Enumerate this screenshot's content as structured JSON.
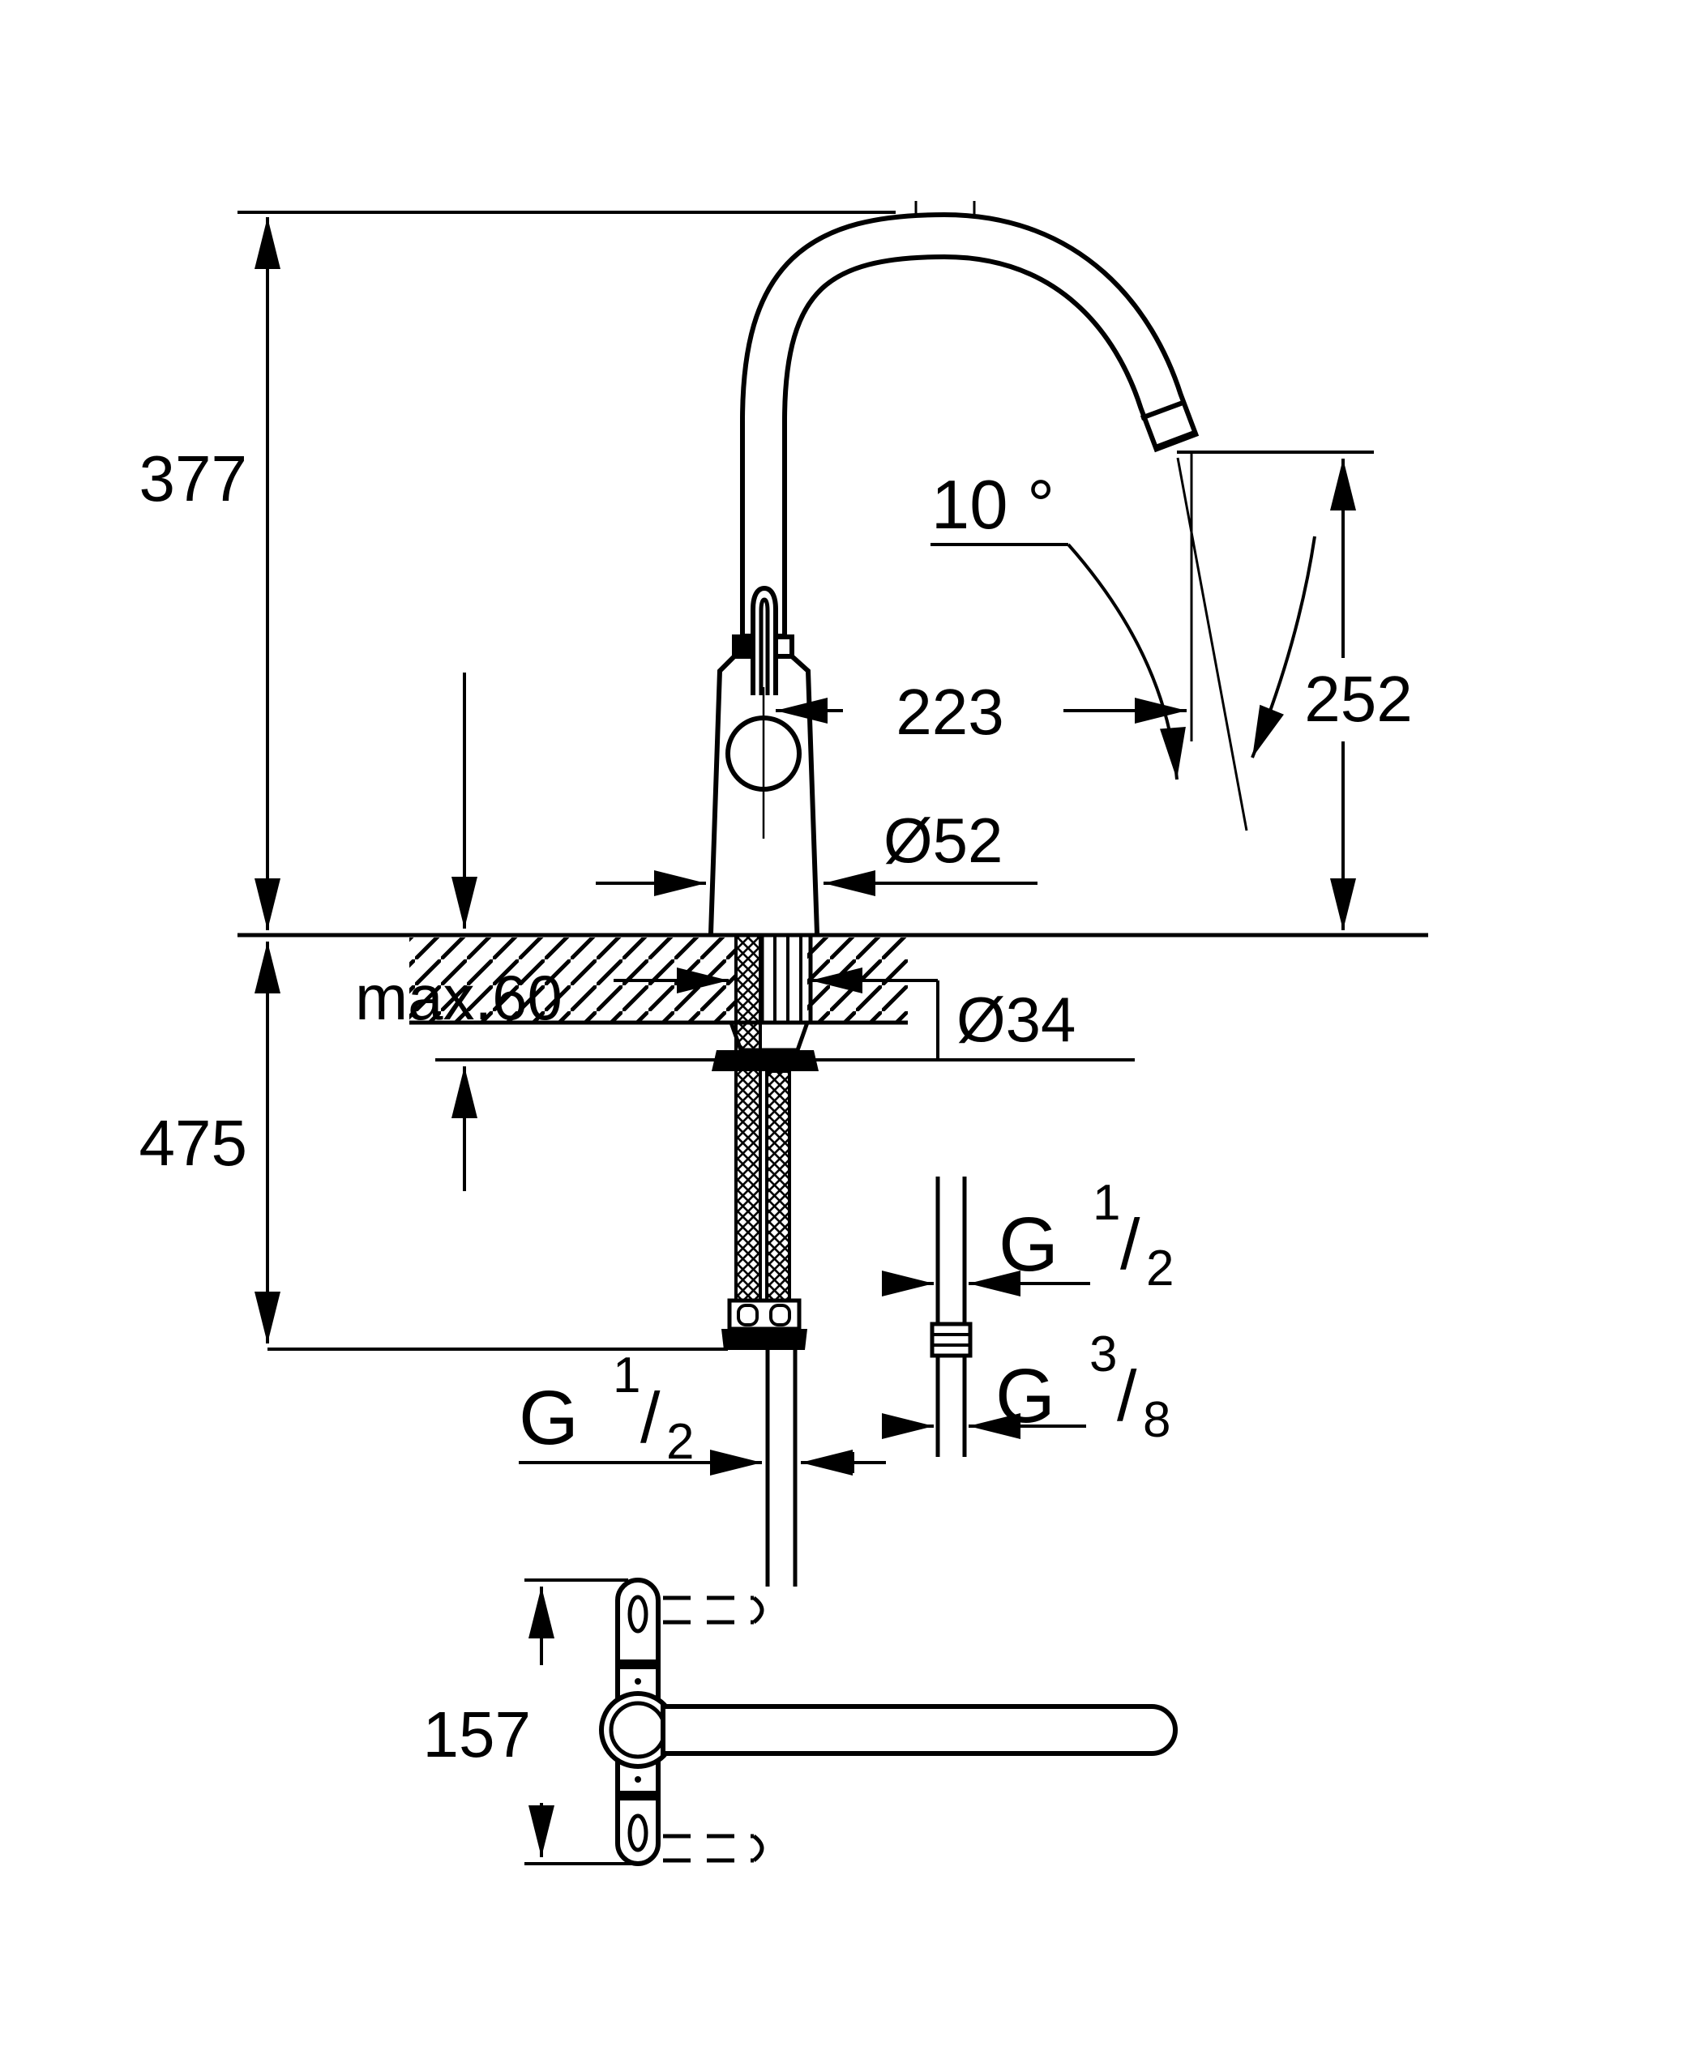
{
  "drawing": {
    "type": "technical-dimension-drawing",
    "subject": "single-lever kitchen faucet with high C-spout",
    "colors": {
      "ink": "#000000",
      "paper": "#ffffff"
    },
    "side_view": {
      "total_height": "377",
      "spout_angle": "10 °",
      "spout_reach": "223",
      "outlet_height": "252",
      "body_diameter": "Ø52",
      "max_deck_thickness": "max.60",
      "hole_diameter": "Ø34",
      "below_deck_height": "475",
      "supply_thread": {
        "g": "G",
        "num": "1",
        "slash": "/",
        "den": "2"
      },
      "adapter_thread_inlet": {
        "g": "G",
        "num": "1",
        "slash": "/",
        "den": "2"
      },
      "adapter_thread_outlet": {
        "g": "G",
        "num": "3",
        "slash": "/",
        "den": "8"
      }
    },
    "plan_view": {
      "base_span": "157"
    }
  }
}
